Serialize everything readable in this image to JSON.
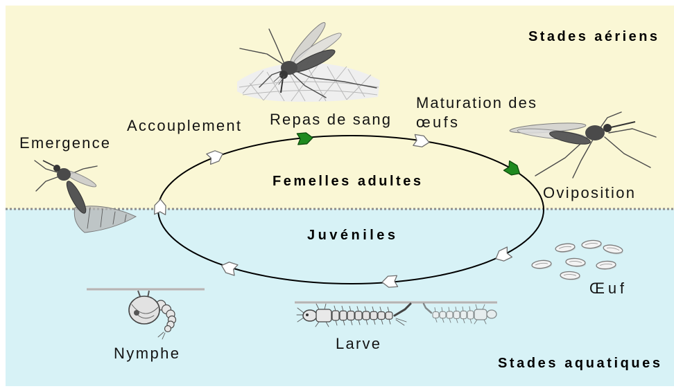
{
  "diagram": {
    "zones": {
      "aerial": "Stades aériens",
      "aquatic": "Stades aquatiques"
    },
    "cycle": {
      "adults": "Femelles adultes",
      "juveniles": "Juvéniles"
    },
    "stages": {
      "mating": "Accouplement",
      "blood_meal": "Repas de sang",
      "egg_maturation": [
        "Maturation des",
        "œufs"
      ],
      "oviposition": "Oviposition",
      "egg": "Œuf",
      "larva": "Larve",
      "pupa": "Nymphe",
      "emergence": "Emergence"
    }
  },
  "colors": {
    "aerial_background": "#FAF7D5",
    "aquatic_background": "#D7F2F6",
    "cycle_line": "#000000",
    "cycle_arrow": "#FFFFFF",
    "highlight_arrow": "#1F8A1F",
    "surface_line": "#8C8C8C"
  },
  "icons": {
    "illustrations": [
      "mosquito-feeding",
      "mosquito-ovipositing",
      "mosquito-emerging",
      "eggs",
      "larvae",
      "pupa"
    ]
  }
}
